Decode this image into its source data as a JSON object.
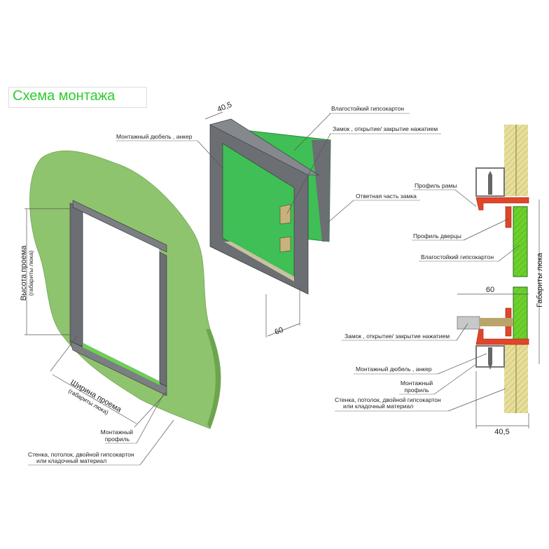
{
  "title": "Схема монтажа",
  "left_view": {
    "height_label": "Высота проема",
    "height_sub": "(габариты люка)",
    "width_label": "Ширина проема",
    "width_sub": "(габариты люка)",
    "mount_profile_1": "Монтажный",
    "mount_profile_2": "профиль",
    "wall_1": "Стенка, потолок, двойной гипсокартон",
    "wall_2": "или кладочный материал"
  },
  "door_view": {
    "dim_depth": "40,5",
    "dim_60": "60",
    "dowel": "Монтажный дюбель , анкер",
    "drywall": "Влагостойкий гипсокартон",
    "lock": "Замок , открытие/ закрытие нажатием",
    "strike": "Ответная часть замка"
  },
  "section_view": {
    "frame_profile": "Профиль рамы",
    "door_profile": "Профиль дверцы",
    "drywall": "Влагостойкий гипсокартон",
    "hatch_size": "Габариты люка",
    "dim_60": "60",
    "lock": "Замок , открытие/ закрытие нажатием",
    "dowel": "Монтажный дюбель , анкер",
    "mount_profile_1": "Монтажный",
    "mount_profile_2": "профиль",
    "wall_1": "Стенка, потолок, двойной гипсокартон",
    "wall_2": "или кладочный материал",
    "dim_depth": "40,5"
  },
  "colors": {
    "green_title": "#2ecc2e",
    "wall_green": "#8fc46e",
    "panel_green": "#3fbf55",
    "frame_grey": "#6b6e73",
    "profile_red": "#e2462a",
    "wall_yellow": "#e6de9a"
  }
}
